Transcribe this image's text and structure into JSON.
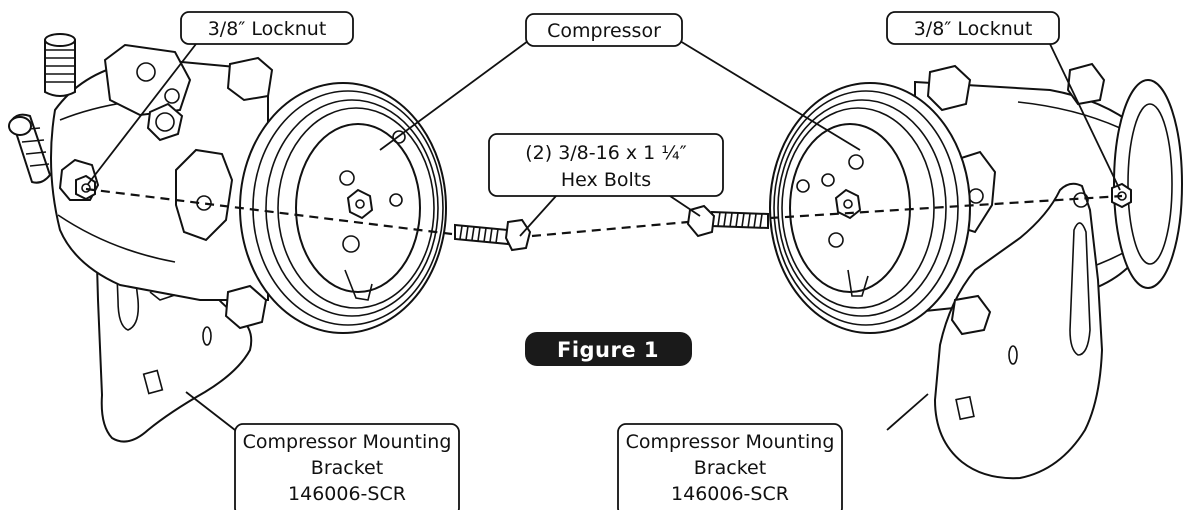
{
  "callouts": {
    "locknut_left": "3/8″ Locknut",
    "compressor": "Compressor",
    "locknut_right": "3/8″ Locknut",
    "hex_bolts_line1": "(2) 3/8-16 x 1 ¼″",
    "hex_bolts_line2": "Hex Bolts",
    "bracket_left_line1": "Compressor Mounting",
    "bracket_left_line2": "Bracket",
    "bracket_left_line3": "146006-SCR",
    "bracket_right_line1": "Compressor Mounting",
    "bracket_right_line2": "Bracket",
    "bracket_right_line3": "146006-SCR"
  },
  "figure_label": "Figure 1",
  "colors": {
    "line": "#111111",
    "badge": "#1a1a1a",
    "background": "#ffffff"
  }
}
